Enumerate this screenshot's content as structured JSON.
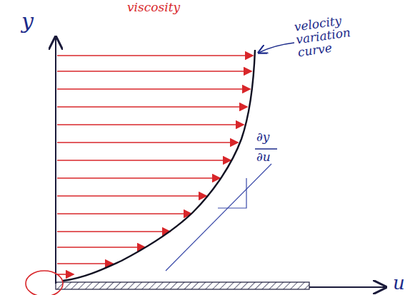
{
  "diagram": {
    "labels": [
      "viscosity",
      "y",
      "velocity variation curve",
      "∂y",
      "∂u",
      "u"
    ]
  }
}
